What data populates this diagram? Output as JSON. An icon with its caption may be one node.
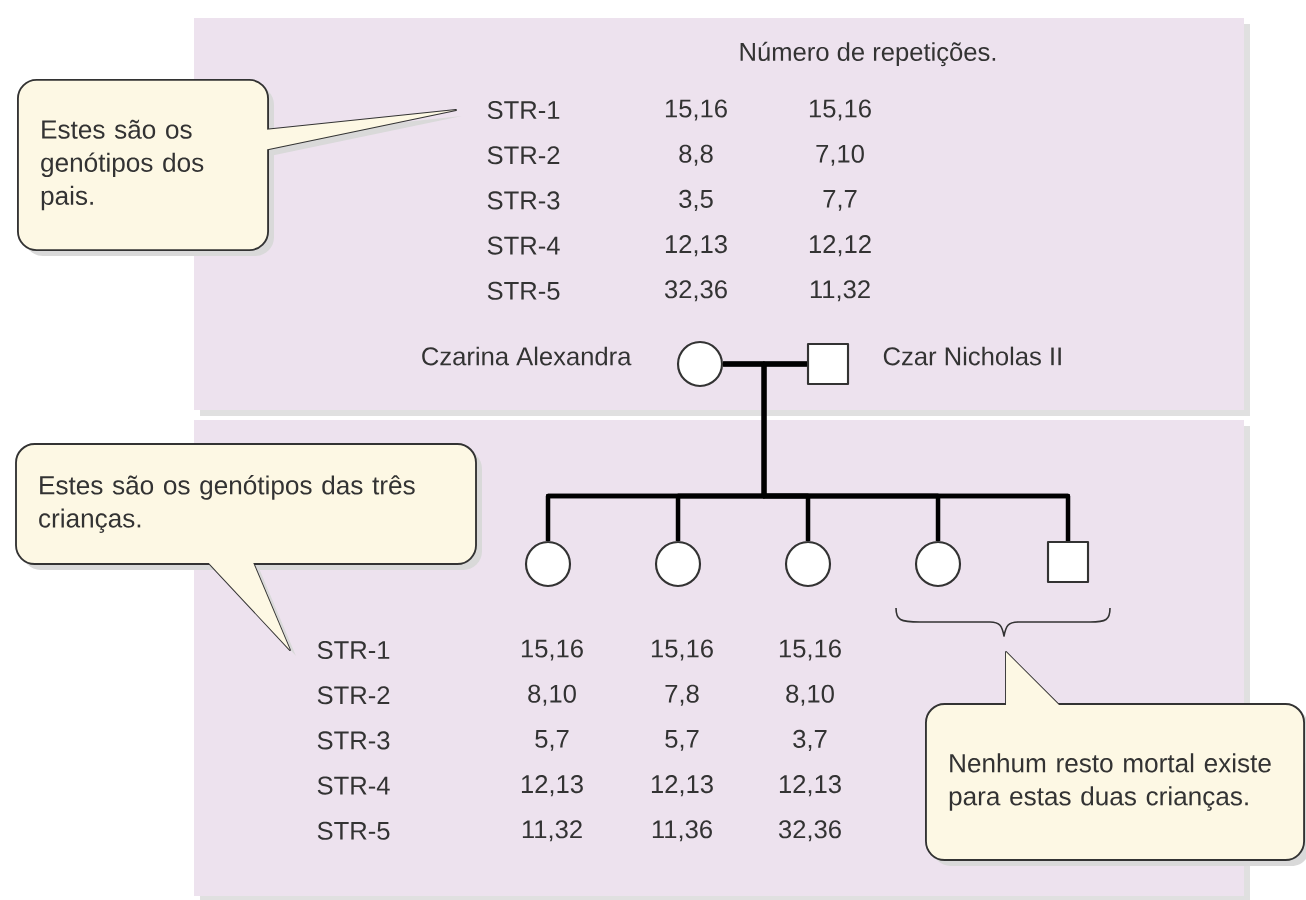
{
  "diagram": {
    "nodes": [
      {
        "text": [],
        "shape": "circle",
        "beside": [
          "Czarina Alexandra"
        ]
      },
      {
        "text": [],
        "shape": "box",
        "beside": [
          "Czar Nicholas II"
        ]
      },
      {
        "text": [],
        "shape": "circle"
      },
      {
        "text": [],
        "shape": "circle"
      },
      {
        "text": [],
        "shape": "circle"
      },
      {
        "text": [],
        "shape": "circle"
      },
      {
        "text": [],
        "shape": "box"
      },
      {
        "text": [
          "Estes são os genótipos dos pais."
        ]
      },
      {
        "text": [
          "Estes são os genótipos das três crianças."
        ]
      },
      {
        "text": [
          "Nenhum resto mortal existe para estas duas crianças."
        ]
      }
    ],
    "edges": [
      {
        "from": 0,
        "to": 1,
        "arrow": "none"
      },
      {
        "from": 0,
        "to": 2,
        "arrow": "none"
      },
      {
        "from": 0,
        "to": 3,
        "arrow": "none"
      },
      {
        "from": 0,
        "to": 4,
        "arrow": "none"
      },
      {
        "from": 0,
        "to": 5,
        "arrow": "none"
      },
      {
        "from": 0,
        "to": 6,
        "arrow": "none"
      },
      {
        "from": 1,
        "to": 2,
        "arrow": "none"
      },
      {
        "from": 1,
        "to": 3,
        "arrow": "none"
      },
      {
        "from": 1,
        "to": 4,
        "arrow": "none"
      },
      {
        "from": 1,
        "to": 5,
        "arrow": "none"
      },
      {
        "from": 1,
        "to": 6,
        "arrow": "none"
      }
    ],
    "labels": [
      "Número de repetições.",
      "STR-1",
      "15,16",
      "15,16",
      "STR-2",
      "8,8",
      "7,10",
      "STR-3",
      "3,5",
      "7,7",
      "STR-4",
      "12,13",
      "12,12",
      "STR-5",
      "32,36",
      "11,32",
      "STR-1",
      "15,16",
      "15,16",
      "15,16",
      "STR-2",
      "8,10",
      "7,8",
      "8,10",
      "STR-3",
      "5,7",
      "5,7",
      "3,7",
      "STR-4",
      "12,13",
      "12,13",
      "12,13",
      "STR-5",
      "11,32",
      "11,36",
      "32,36"
    ]
  }
}
